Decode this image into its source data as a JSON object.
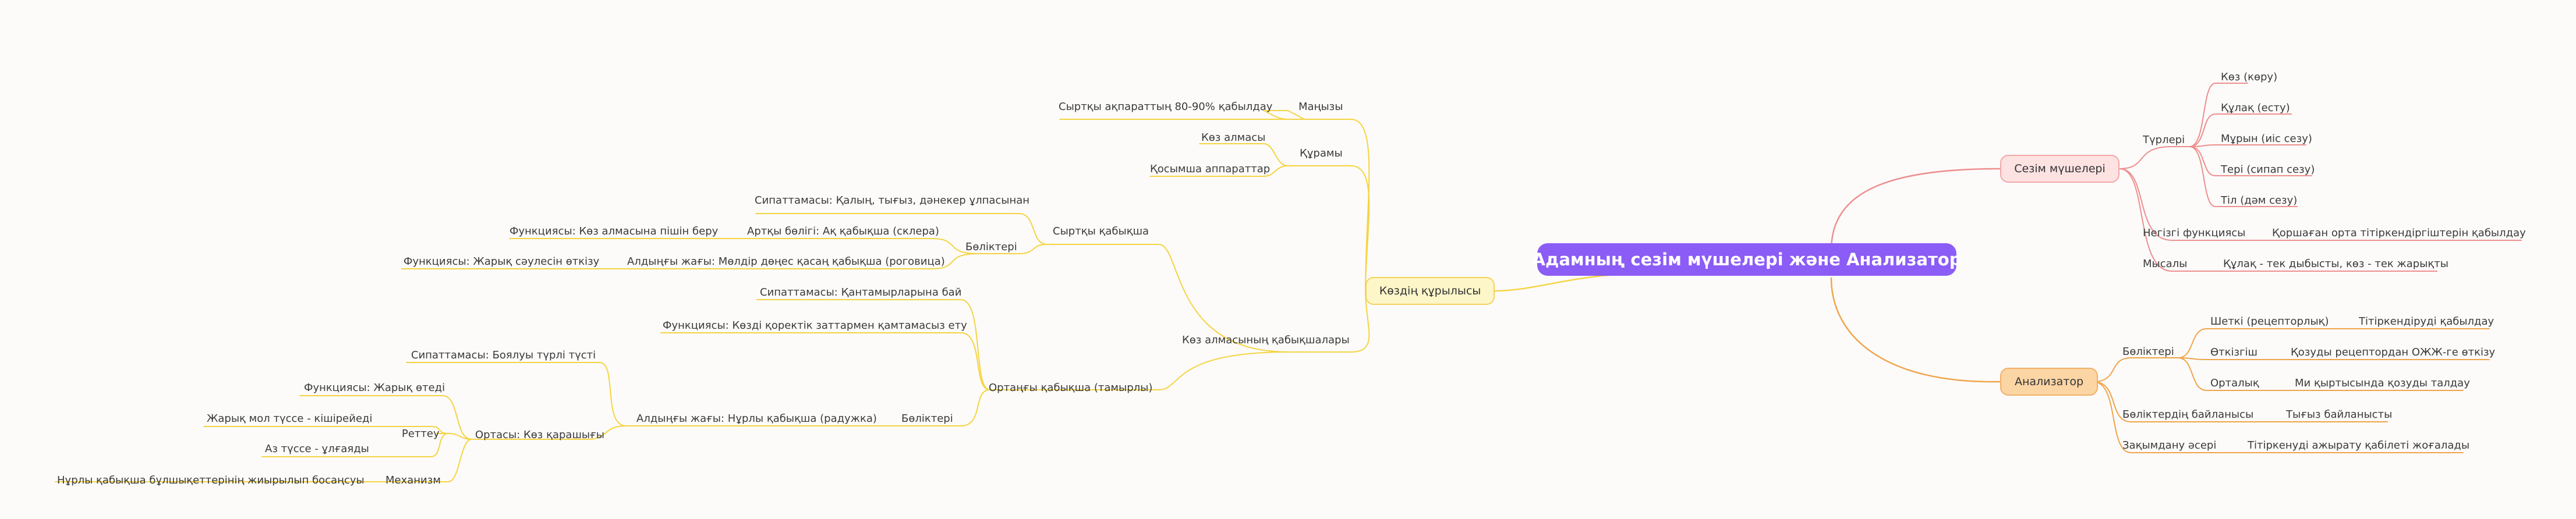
{
  "root": "Адамның сезім мүшелері және Анализатор",
  "left": {
    "title": "Көздің құрылысы",
    "significance": {
      "label": "Маңызы",
      "child": "Сыртқы ақпараттың 80-90% қабылдау"
    },
    "structure": {
      "label": "Құрамы",
      "children": [
        "Көз алмасы",
        "Қосымша аппараттар"
      ]
    },
    "layers": {
      "label": "Көз алмасының қабықшалары",
      "outer": {
        "label": "Сыртқы қабықша",
        "desc": "Сипаттамасы: Қалың, тығыз, дәнекер ұлпасынан",
        "parts_label": "Бөліктері",
        "back": "Артқы бөлігі: Ақ қабықша (склера)",
        "back_fn": "Функциясы: Көз алмасына пішін беру",
        "front": "Алдыңғы жағы: Мөлдір дөңес қасаң қабықша (роговица)",
        "front_fn": "Функциясы: Жарық сәулесін өткізу"
      },
      "middle": {
        "label": "Ортаңғы қабықша (тамырлы)",
        "desc": "Сипаттамасы: Қантамырларына бай",
        "fn": "Функциясы: Көзді қоректік заттармен қамтамасыз ету",
        "parts_label": "Бөліктері",
        "front": "Алдыңғы жағы: Нұрлы қабықша (радужка)",
        "iris": {
          "label": "Ортасы: Көз қарашығы",
          "desc": "Сипаттамасы: Боялуы түрлі түсті",
          "fn": "Функциясы: Жарық өтеді",
          "reg_label": "Реттеу",
          "reg_items": [
            "Жарық мол түссе - кішірейеді",
            "Аз түссе - ұлғаяды"
          ],
          "mech_label": "Механизм",
          "mech": "Нұрлы қабықша бұлшықеттерінің жиырылып босаңсуы"
        }
      }
    }
  },
  "right": {
    "senses": {
      "title": "Сезім мүшелері",
      "types_label": "Түрлері",
      "types": [
        "Көз (көру)",
        "Құлақ (есту)",
        "Мұрын (иіс сезу)",
        "Тері (сипап сезу)",
        "Тіл (дәм сезу)"
      ],
      "main_fn_label": "Негізгі функциясы",
      "main_fn": "Қоршаған орта тітіркендіргіштерін қабылдау",
      "example_label": "Мысалы",
      "example": "Құлақ - тек дыбысты, көз - тек жарықты"
    },
    "analyzer": {
      "title": "Анализатор",
      "parts_label": "Бөліктері",
      "parts": [
        {
          "name": "Шеткі (рецепторлық)",
          "desc": "Тітіркендіруді қабылдау"
        },
        {
          "name": "Өткізгіш",
          "desc": "Қозуды рецептордан ОЖЖ-ге өткізу"
        },
        {
          "name": "Орталық",
          "desc": "Ми қыртысында қозуды талдау"
        }
      ],
      "link_label": "Бөліктердің байланысы",
      "link": "Тығыз байланысты",
      "damage_label": "Зақымдану әсері",
      "damage": "Тітіркенуді ажырату қабілеті жоғалады"
    }
  },
  "colors": {
    "root": "#8b5cf6",
    "eye": "#f5d442",
    "senses": "#ee8e8e",
    "analyzer": "#f0a44a"
  }
}
